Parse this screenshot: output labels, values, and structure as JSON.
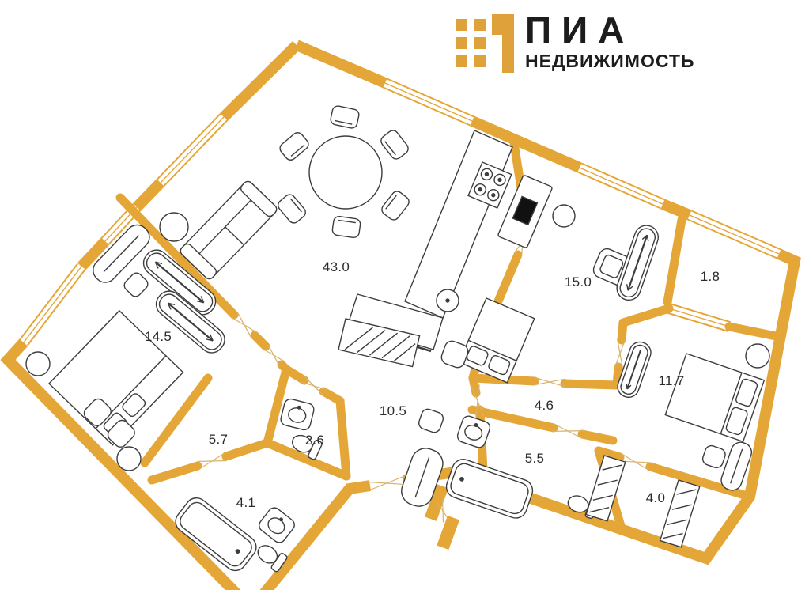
{
  "logo": {
    "name": "ПИА",
    "tagline": "НЕДВИЖИМОСТЬ"
  },
  "palette": {
    "wall_gold": "#E5A638",
    "logo_gold": "#DFA23B",
    "furniture_outline": "#3D3D3D",
    "door_mark": "#D8B26A",
    "label_text": "#2B2B2B",
    "logo_text": "#1C1C1C",
    "background": "#FFFFFF"
  },
  "floor_plan": {
    "type": "apartment-floor-plan",
    "rooms": [
      {
        "id": "kitchen-living-room",
        "area": "43.0"
      },
      {
        "id": "bedroom-office",
        "area": "15.0"
      },
      {
        "id": "balcony",
        "area": "1.8"
      },
      {
        "id": "bedroom-main",
        "area": "14.5"
      },
      {
        "id": "bedroom-right",
        "area": "11.7"
      },
      {
        "id": "hallway",
        "area": "10.5"
      },
      {
        "id": "corridor",
        "area": "4.6"
      },
      {
        "id": "dressing-room",
        "area": "5.7"
      },
      {
        "id": "wc",
        "area": "2.6"
      },
      {
        "id": "bathroom-left",
        "area": "4.1"
      },
      {
        "id": "bathroom-right",
        "area": "5.5"
      },
      {
        "id": "storage",
        "area": "4.0"
      }
    ]
  }
}
